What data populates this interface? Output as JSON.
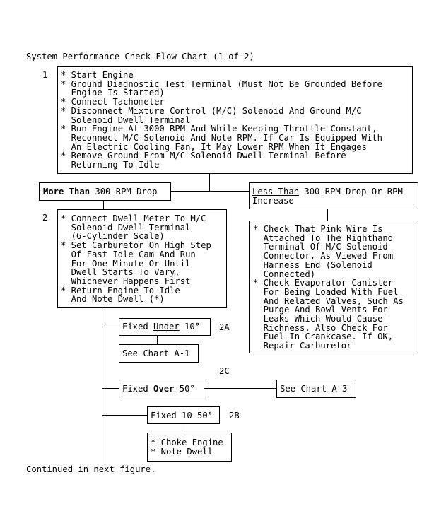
{
  "title": "System Performance Check Flow Chart (1 of 2)",
  "footer": "Continued in next figure.",
  "step1": {
    "number": "1",
    "lines": [
      "* Start Engine",
      "* Ground Diagnostic Test Terminal (Must Not Be Grounded Before",
      "  Engine Is Started)",
      "* Connect Tachometer",
      "* Disconnect Mixture Control (M/C) Solenoid And Ground M/C",
      "  Solenoid Dwell Terminal",
      "* Run Engine At 3000 RPM And While Keeping Throttle Constant,",
      "  Reconnect M/C Solenoid And Note RPM. If Car Is Equipped With",
      "  An Electric Cooling Fan, It May Lower RPM When It Engages",
      "* Remove Ground From M/C Solenoid Dwell Terminal Before",
      "  Returning To Idle"
    ]
  },
  "more_than": {
    "bold": "More Than",
    "rest": " 300 RPM Drop"
  },
  "less_than": {
    "underlined": "Less Than",
    "rest": " 300 RPM Drop Or RPM",
    "line2": "Increase"
  },
  "step2": {
    "number": "2",
    "lines": [
      "* Connect Dwell Meter To M/C",
      "  Solenoid Dwell Terminal",
      "  (6-Cylinder Scale)",
      "* Set Carburetor On High Step",
      "  Of Fast Idle Cam And Run",
      "  For One Minute Or Until",
      "  Dwell Starts To Vary,",
      "  Whichever Happens First",
      "* Return Engine To Idle",
      "  And Note Dwell (*)"
    ]
  },
  "check_box": {
    "lines": [
      "* Check That Pink Wire Is",
      "  Attached To The Righthand",
      "  Terminal Of M/C Solenoid",
      "  Connector, As Viewed From",
      "  Harness End (Solenoid",
      "  Connected)",
      "* Check Evaporator Canister",
      "  For Being Loaded With Fuel",
      "  And Related Valves, Such As",
      "  Purge And Bowl Vents For",
      "  Leaks Which Would Cause",
      "  Richness. Also Check For",
      "  Fuel In Crankcase. If OK,",
      "  Repair Carburetor"
    ]
  },
  "fixed_under": {
    "prefix": "Fixed ",
    "underlined": "Under",
    "suffix": " 10°",
    "tag": "2A"
  },
  "see_a1": "See Chart A-1",
  "fixed_over": {
    "prefix": "Fixed ",
    "bold": "Over",
    "suffix": " 50°",
    "tag": "2C"
  },
  "see_a3": "See Chart A-3",
  "fixed_range": {
    "label": "Fixed 10-50°",
    "tag": "2B"
  },
  "choke_box": {
    "lines": [
      "* Choke Engine",
      "* Note Dwell"
    ]
  }
}
